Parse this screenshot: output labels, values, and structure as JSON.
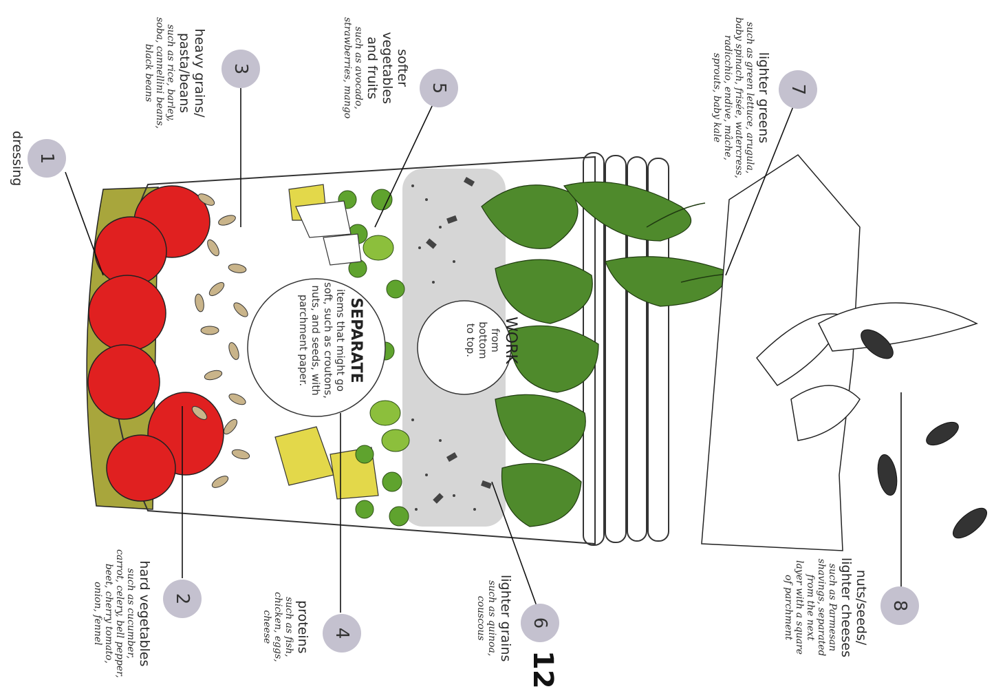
{
  "layers": [
    {
      "number": "1",
      "title": [
        "dressing"
      ],
      "examples": []
    },
    {
      "number": "2",
      "title": [
        "hard vegetables"
      ],
      "examples": [
        "such as cucumber,",
        "carrot, celery, bell pepper,",
        "beet, cherry tomato,",
        "onion, fennel"
      ]
    },
    {
      "number": "3",
      "title": [
        "heavy grains/",
        "pasta/beans"
      ],
      "examples": [
        "such as rice, barley,",
        "soba, cannellini beans,",
        "black beans"
      ]
    },
    {
      "number": "4",
      "title": [
        "proteins"
      ],
      "examples": [
        "such as fish,",
        "chicken, eggs,",
        "cheese"
      ]
    },
    {
      "number": "5",
      "title": [
        "softer",
        "vegetables",
        "and fruits"
      ],
      "examples": [
        "such as avocado,",
        "strawberries, mango"
      ]
    },
    {
      "number": "6",
      "title": [
        "lighter grains"
      ],
      "examples": [
        "such as quinoa,",
        "couscous"
      ]
    },
    {
      "number": "7",
      "title": [
        "lighter greens"
      ],
      "examples": [
        "such as green lettuce, arugula,",
        "baby spinach, frisée, watercress,",
        "radicchio, endive, mâche,",
        "sprouts, baby kale"
      ]
    },
    {
      "number": "8",
      "title": [
        "nuts/seeds/",
        "lighter cheeses"
      ],
      "examples": [
        "such as Parmesan",
        "shavings, separated",
        "from the next",
        "layer with a square",
        "of parchment"
      ]
    }
  ],
  "separate_note": {
    "heading": "SEPARATE",
    "body": [
      "items that might go",
      "soft, such as croutons,",
      "nuts, and seeds, with",
      "parchment paper."
    ]
  },
  "work_note": {
    "heading": "WORK",
    "body": [
      "from",
      "bottom",
      "to top."
    ]
  },
  "page_number": "12",
  "colors": {
    "badge": "#c4c1cf",
    "dressing": "#a8a63c",
    "tomato": "#e02020",
    "grain": "#c9b48a",
    "pea": "#5fa32e",
    "light_grain": "#d6d6d6",
    "greens": "#4f8a2c",
    "yellow": "#e3d84a"
  }
}
